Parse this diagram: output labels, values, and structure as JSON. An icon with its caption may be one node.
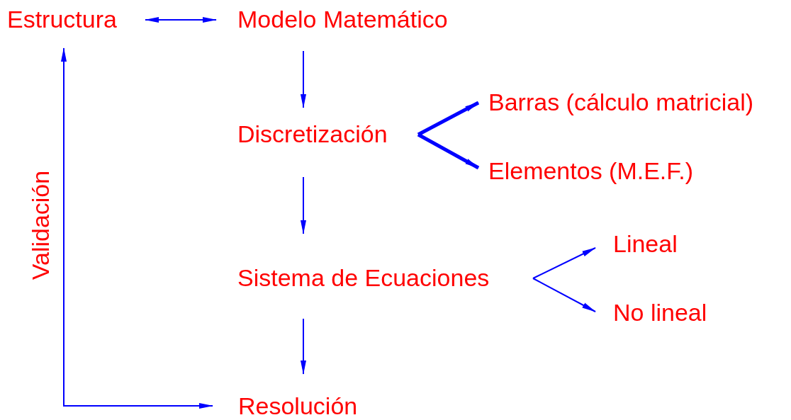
{
  "diagram": {
    "nodes": [
      {
        "text": [
          "Estructura"
        ]
      },
      {
        "text": [
          "Modelo Matemático"
        ]
      },
      {
        "text": [
          "Discretización"
        ]
      },
      {
        "text": [
          "Barras (cálculo matricial)"
        ]
      },
      {
        "text": [
          "Elementos (M.E.F.)"
        ]
      },
      {
        "text": [
          "Sistema de Ecuaciones"
        ]
      },
      {
        "text": [
          "Lineal"
        ]
      },
      {
        "text": [
          "No lineal"
        ]
      },
      {
        "text": [
          "Resolución"
        ]
      }
    ],
    "edges": [
      {
        "from": 0,
        "to": 1,
        "arrow": "both"
      },
      {
        "from": 1,
        "to": 2,
        "arrow": "to"
      },
      {
        "from": 2,
        "to": 3,
        "arrow": "to",
        "style": "thick"
      },
      {
        "from": 2,
        "to": 4,
        "arrow": "to",
        "style": "thick"
      },
      {
        "from": 2,
        "to": 5,
        "arrow": "to"
      },
      {
        "from": 5,
        "to": 6,
        "arrow": "to"
      },
      {
        "from": 5,
        "to": 7,
        "arrow": "to"
      },
      {
        "from": 5,
        "to": 8,
        "arrow": "to"
      },
      {
        "from": 8,
        "to": 0,
        "arrow": "both",
        "label": "Validación"
      }
    ]
  }
}
